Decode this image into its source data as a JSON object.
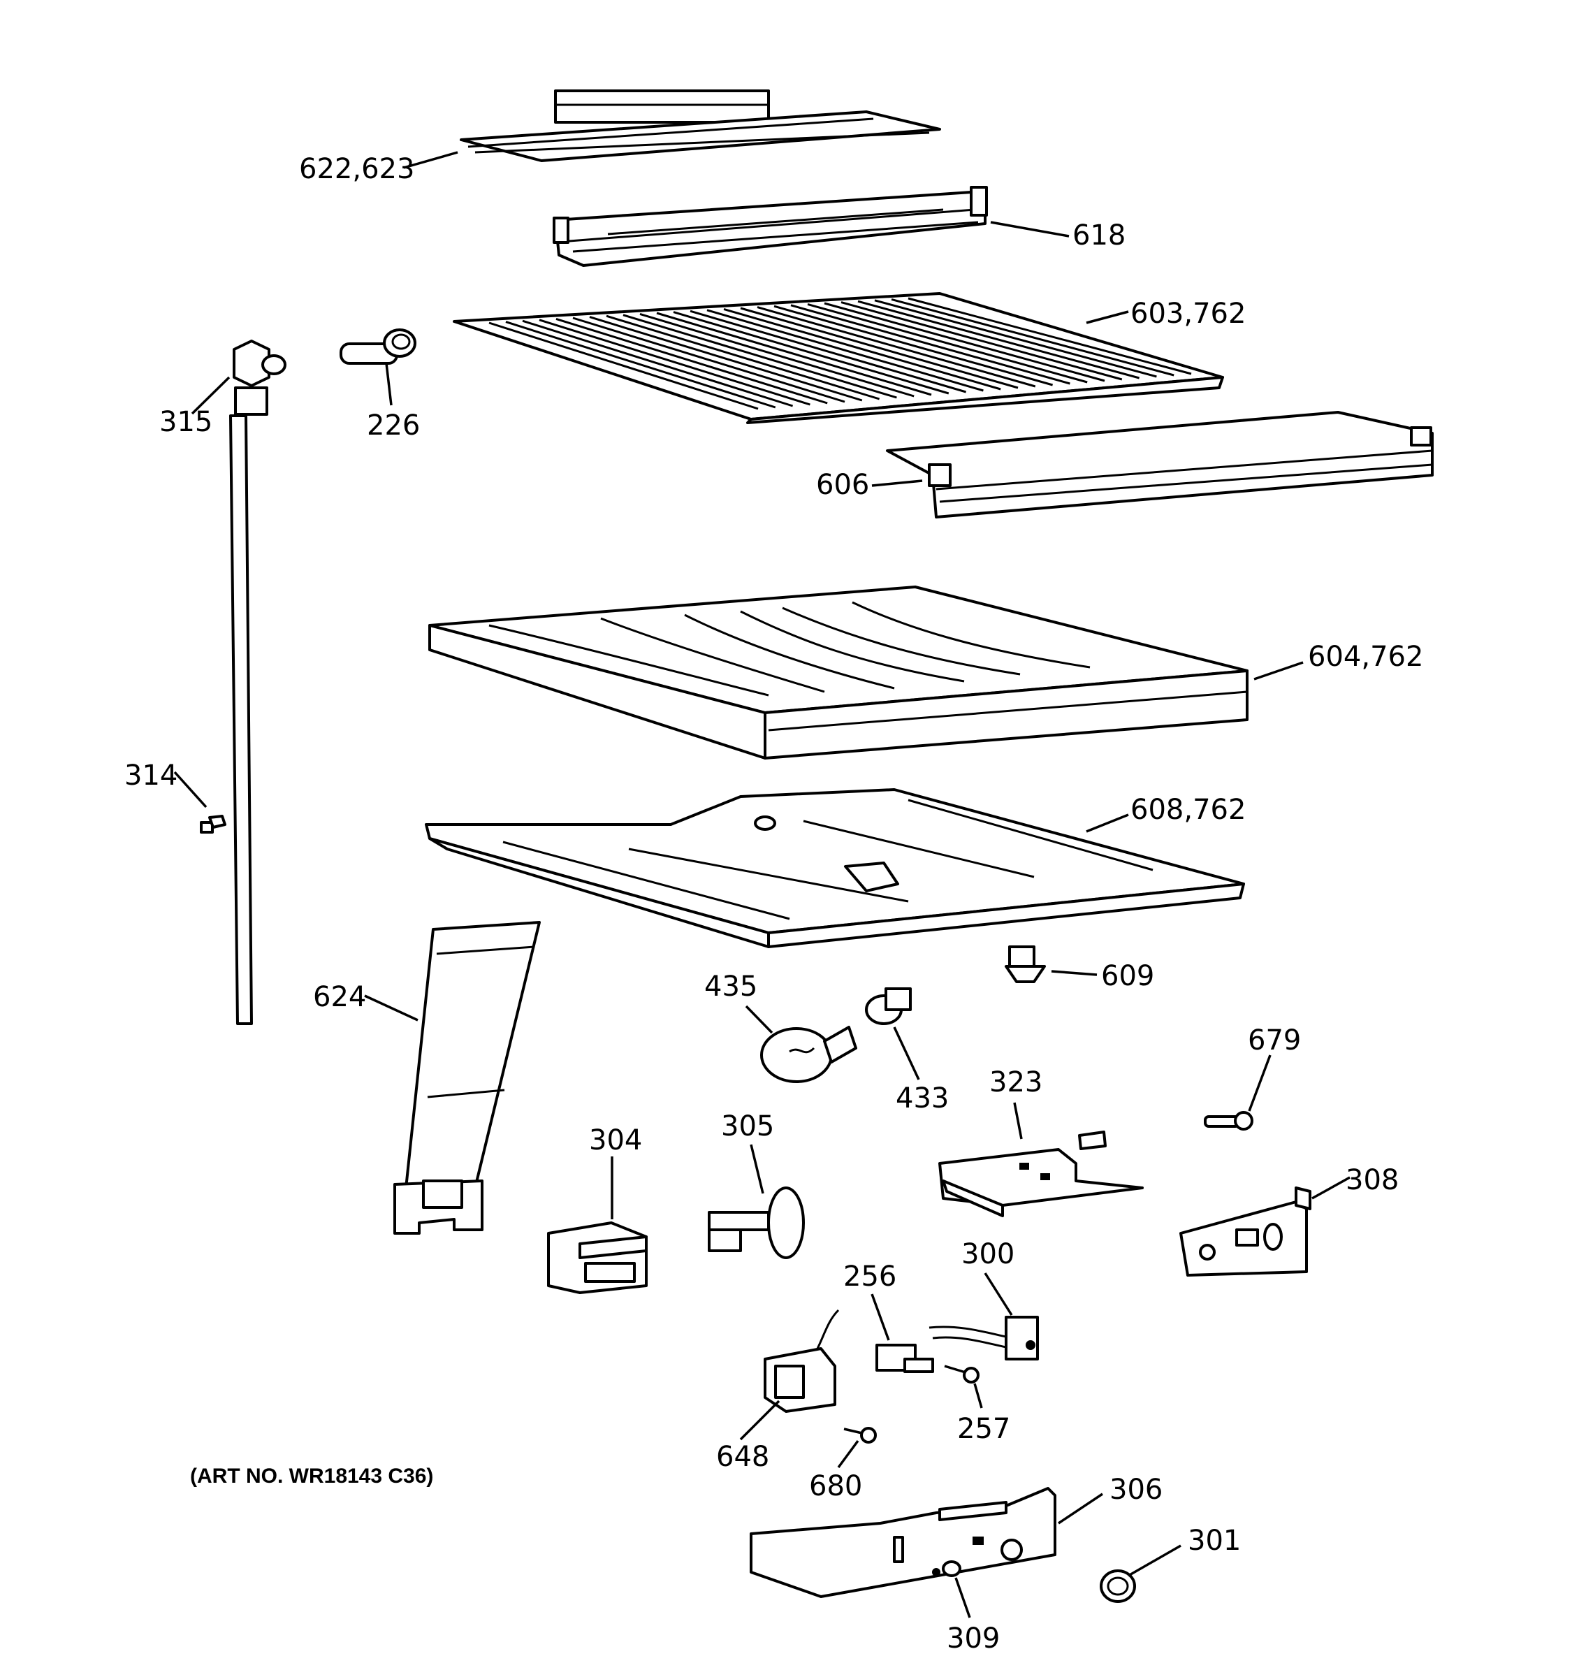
{
  "art_number": "(ART NO. WR18143 C36)",
  "labels": {
    "p622_623": "622,623",
    "p618": "618",
    "p603_762": "603,762",
    "p315": "315",
    "p226": "226",
    "p606": "606",
    "p604_762": "604,762",
    "p314": "314",
    "p608_762": "608,762",
    "p609": "609",
    "p624": "624",
    "p435": "435",
    "p433": "433",
    "p679": "679",
    "p323": "323",
    "p304": "304",
    "p305": "305",
    "p308": "308",
    "p300": "300",
    "p256": "256",
    "p257": "257",
    "p648": "648",
    "p680": "680",
    "p306": "306",
    "p301": "301",
    "p309": "309"
  }
}
